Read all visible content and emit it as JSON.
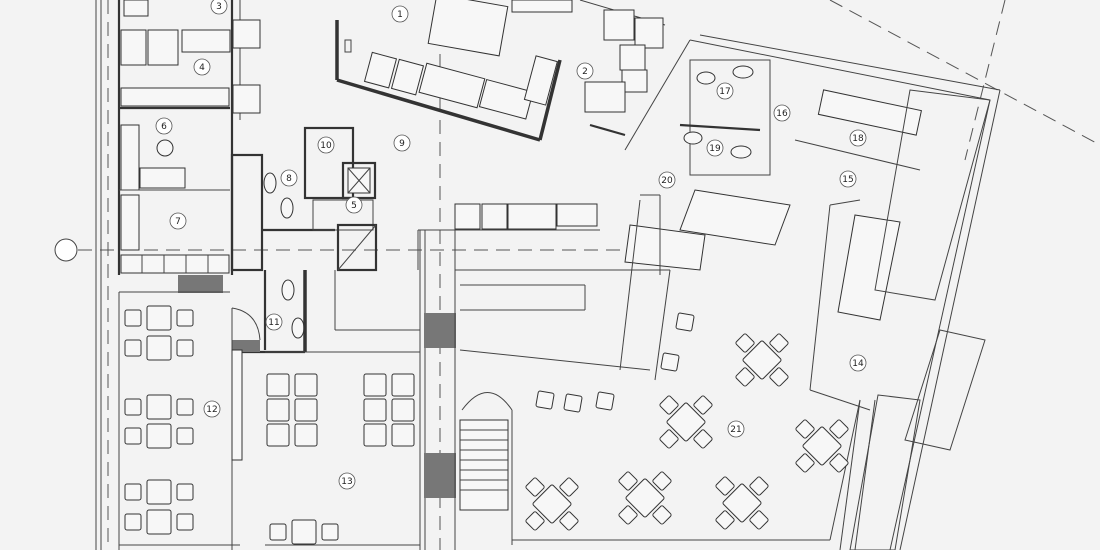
{
  "plan": {
    "axis_marker": "",
    "rooms": [
      {
        "id": "room-1",
        "label": "1"
      },
      {
        "id": "room-2",
        "label": "2"
      },
      {
        "id": "room-3",
        "label": "3"
      },
      {
        "id": "room-4",
        "label": "4"
      },
      {
        "id": "room-5",
        "label": "5"
      },
      {
        "id": "room-6",
        "label": "6"
      },
      {
        "id": "room-7",
        "label": "7"
      },
      {
        "id": "room-8",
        "label": "8"
      },
      {
        "id": "room-9",
        "label": "9"
      },
      {
        "id": "room-10",
        "label": "10"
      },
      {
        "id": "room-11",
        "label": "11"
      },
      {
        "id": "room-12",
        "label": "12"
      },
      {
        "id": "room-13",
        "label": "13"
      },
      {
        "id": "room-14",
        "label": "14"
      },
      {
        "id": "room-15",
        "label": "15"
      },
      {
        "id": "room-16",
        "label": "16"
      },
      {
        "id": "room-17",
        "label": "17"
      },
      {
        "id": "room-18",
        "label": "18"
      },
      {
        "id": "room-19",
        "label": "19"
      },
      {
        "id": "room-20",
        "label": "20"
      },
      {
        "id": "room-21",
        "label": "21"
      }
    ]
  }
}
